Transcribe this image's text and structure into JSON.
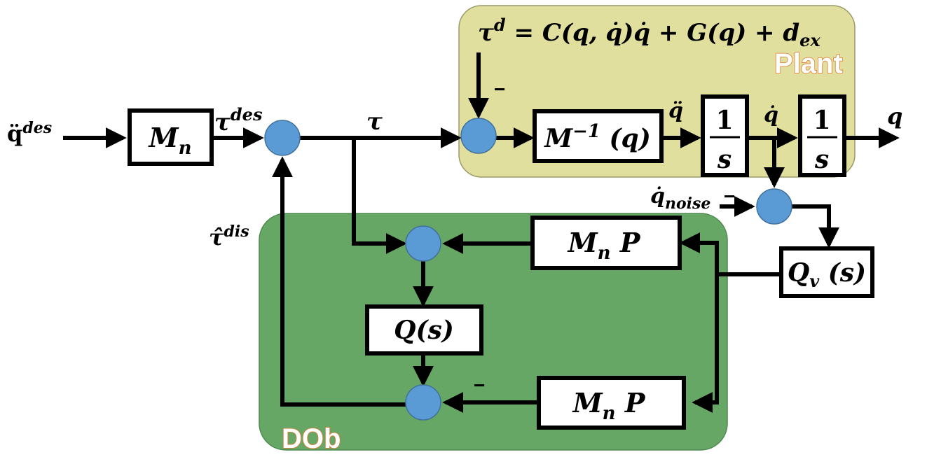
{
  "regions": {
    "plant_label": "Plant",
    "dob_label": "DOb",
    "plant_color": "#e0df9e",
    "dob_color": "#66a766"
  },
  "equation": {
    "lhs": "τ",
    "lhs_sup": "d",
    "rhs": "= C(q, q̇)q̇ + G(q)  + d",
    "rhs_sub": "ex"
  },
  "blocks": {
    "mn": {
      "main": "M",
      "sub": "n"
    },
    "minv": {
      "main": "M",
      "sup": "−1",
      "tail": "(q)"
    },
    "integrator1": {
      "num": "1",
      "den": "s"
    },
    "integrator2": {
      "num": "1",
      "den": "s"
    },
    "mnp_top": {
      "main": "M",
      "sub": "n",
      "tail": "P"
    },
    "mnp_bottom": {
      "main": "M",
      "sub": "n",
      "tail": "P"
    },
    "q_filter": "Q(s)",
    "qv_filter": {
      "main": "Q",
      "sub": "v",
      "tail": "(s)"
    }
  },
  "signals": {
    "qdd_des": {
      "main": "q̈",
      "sup": "des"
    },
    "tau_des": {
      "main": "τ",
      "sup": "des"
    },
    "tau": "τ",
    "qdd": "q̈",
    "qd": "q̇",
    "q": "q",
    "qd_noise": {
      "main": "q̇",
      "sub": "noise"
    },
    "tau_dis_hat": {
      "main": "τ̂",
      "sup": "dis"
    }
  },
  "signs": {
    "minus": "−"
  },
  "colors": {
    "summing_junction": "#5b9bd5",
    "wire": "#000000"
  }
}
